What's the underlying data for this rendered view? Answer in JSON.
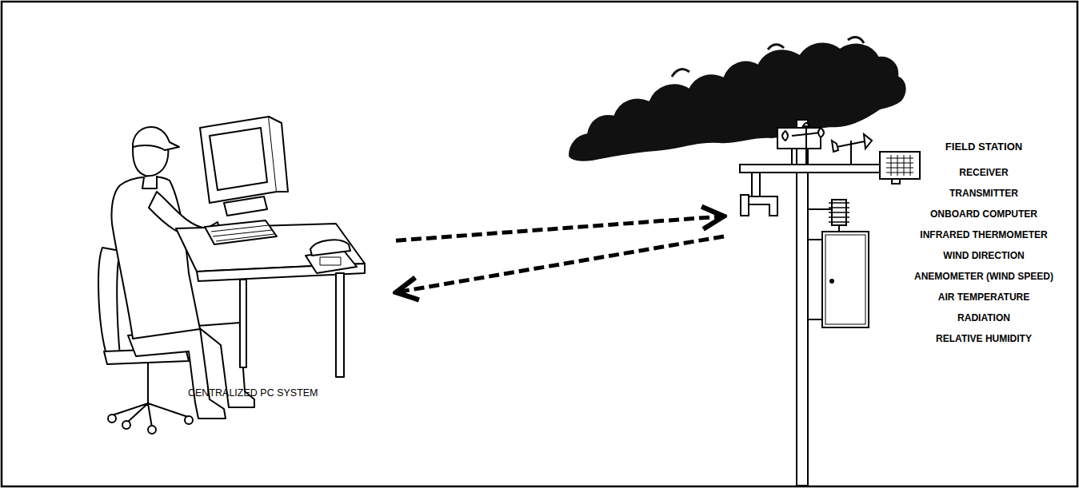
{
  "diagram": {
    "nodes": [
      {
        "text": [
          "CENTRALIZED PC SYSTEM"
        ]
      },
      {
        "text": [
          "FIELD STATION",
          "RECEIVER",
          "TRANSMITTER",
          "ONBOARD COMPUTER",
          "INFRARED THERMOMETER",
          "WIND DIRECTION",
          "ANEMOMETER (WIND SPEED)",
          "AIR TEMPERATURE",
          "RADIATION",
          "RELATIVE HUMIDITY"
        ]
      }
    ],
    "edges": [
      {
        "from": 0,
        "to": 1,
        "arrow": "to"
      },
      {
        "from": 1,
        "to": 0,
        "arrow": "to"
      }
    ]
  }
}
